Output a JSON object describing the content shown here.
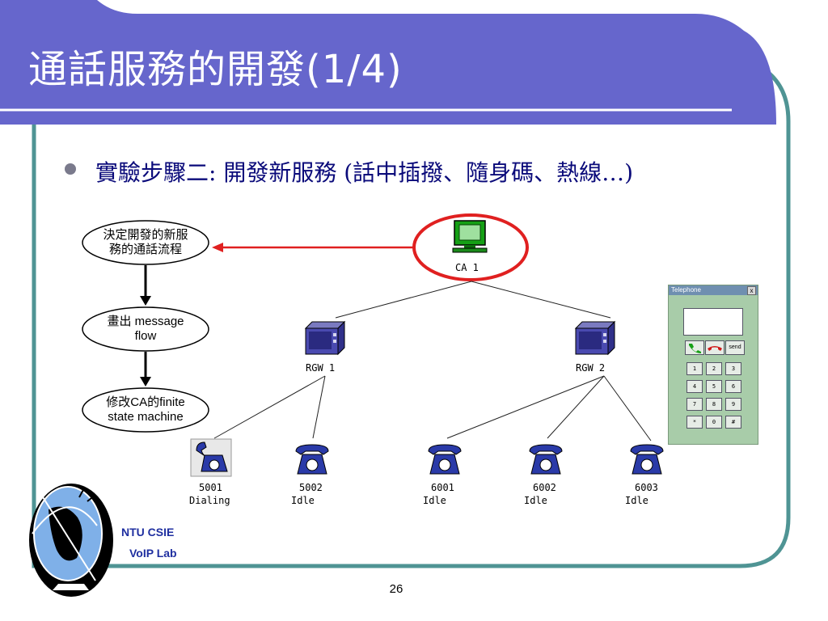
{
  "slide": {
    "title": "通話服務的開發(1/4)",
    "bullet": "實驗步驟二: 開發新服務 (話中插撥、隨身碼、熱線…)",
    "page_number": "26",
    "logo": {
      "line1": "NTU CSIE",
      "line2": "VoIP Lab"
    }
  },
  "flow_steps": [
    {
      "line1": "決定開發的新服",
      "line2": "務的通話流程"
    },
    {
      "line1": "畫出 message",
      "line2": "flow"
    },
    {
      "line1": "修改CA的finite",
      "line2": "state machine"
    }
  ],
  "network": {
    "ca": {
      "label": "CA 1"
    },
    "gateways": [
      {
        "label": "RGW 1"
      },
      {
        "label": "RGW 2"
      }
    ],
    "phones": [
      {
        "number": "5001",
        "status": "Dialing"
      },
      {
        "number": "5002",
        "status": "Idle"
      },
      {
        "number": "6001",
        "status": "Idle"
      },
      {
        "number": "6002",
        "status": "Idle"
      },
      {
        "number": "6003",
        "status": "Idle"
      }
    ]
  },
  "telephone_widget": {
    "title": "Telephone",
    "close": "x",
    "send_label": "send",
    "keys": [
      "1",
      "2",
      "3",
      "4",
      "5",
      "6",
      "7",
      "8",
      "9",
      "*",
      "0",
      "#"
    ]
  },
  "colors": {
    "title_band": "#6666cc",
    "frame": "#4f9494",
    "bullet_text": "#0a0a7a",
    "highlight": "#e02020",
    "logo_text": "#1f2fa0"
  }
}
